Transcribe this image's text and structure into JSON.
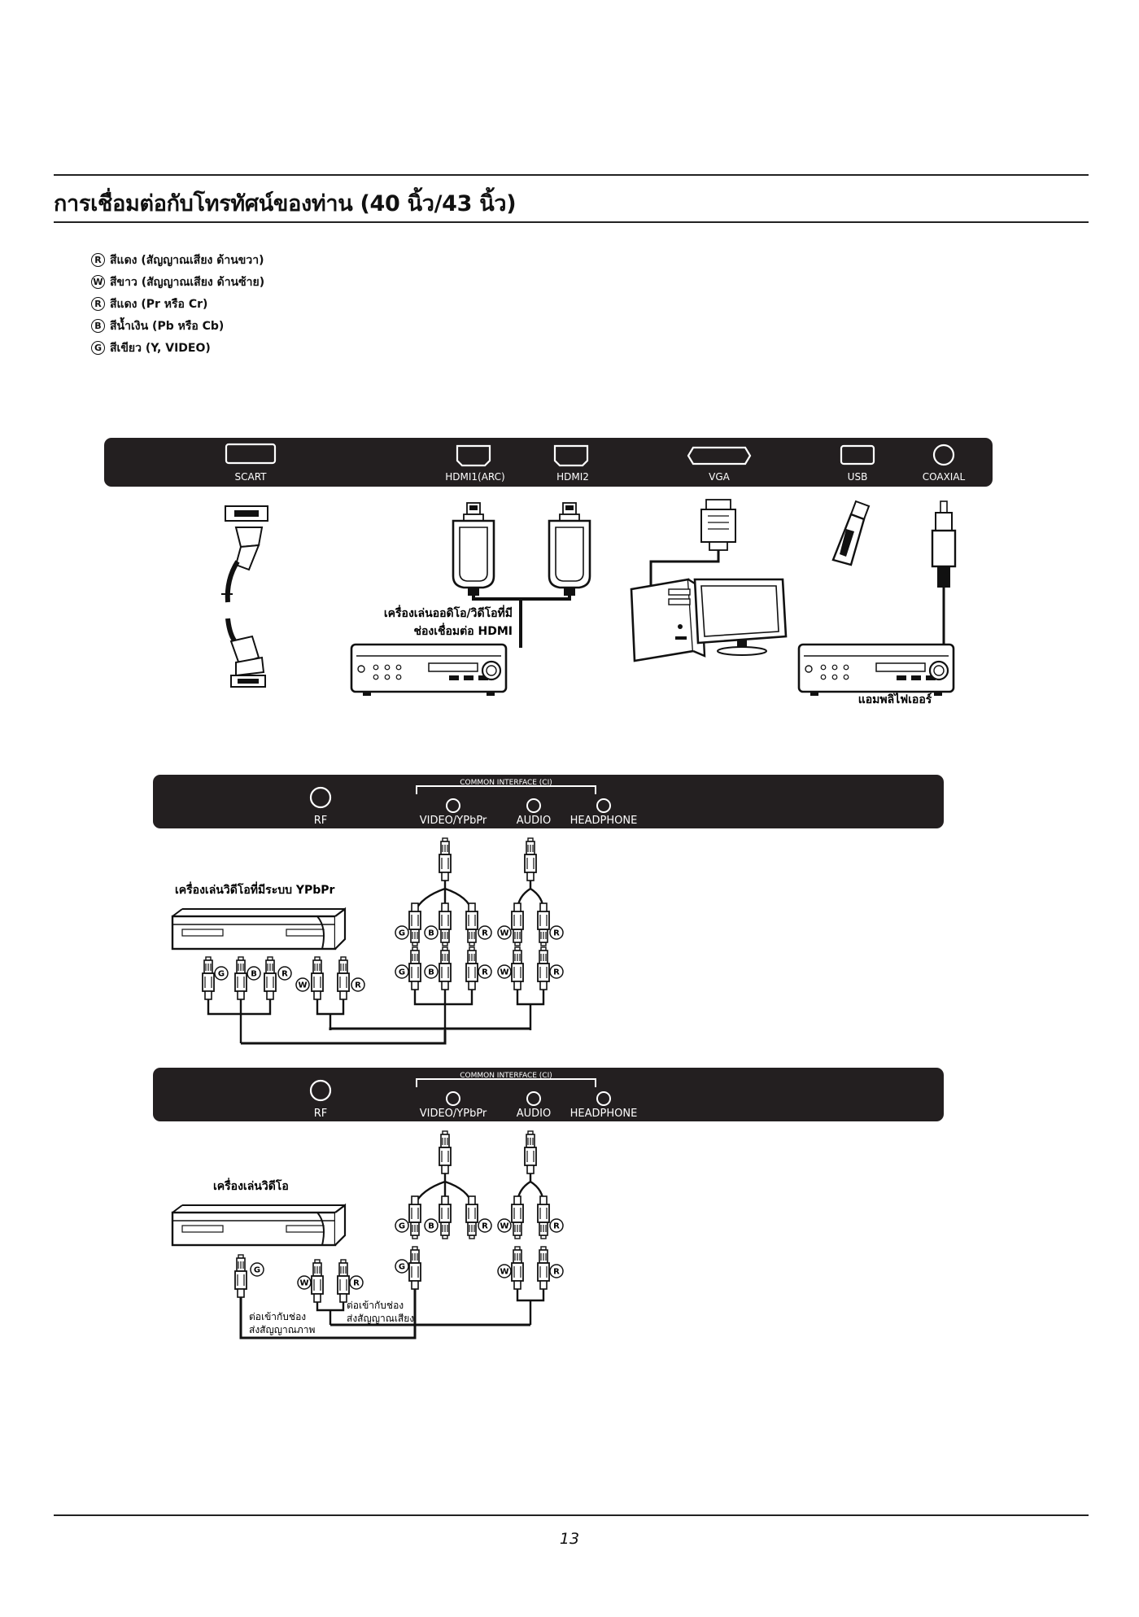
{
  "page": {
    "title": "การเชื่อมต่อกับโทรทัศน์ของท่าน (40 นิ้ว/43 นิ้ว)",
    "page_number": "13"
  },
  "legend": [
    {
      "badge": "R",
      "text": "สีแดง (สัญญาณเสียง ด้านขวา)"
    },
    {
      "badge": "W",
      "text": "สีขาว (สัญญาณเสียง ด้านซ้าย)"
    },
    {
      "badge": "R",
      "text": "สีแดง (Pr หรือ Cr)"
    },
    {
      "badge": "B",
      "text": "สีน้ำเงิน (Pb หรือ Cb)"
    },
    {
      "badge": "G",
      "text": "สีเขียว (Y, VIDEO)"
    }
  ],
  "top_panel": {
    "ports": [
      "SCART",
      "HDMI1(ARC)",
      "HDMI2",
      "VGA",
      "USB",
      "COAXIAL"
    ],
    "hdmi_device_line1": "เครื่องเล่นออดิโอ/วิดีโอที่มี",
    "hdmi_device_line2": "ช่องเชื่อมต่อ HDMI",
    "amplifier_label": "แอมพลิไฟเออร์"
  },
  "side_panel_1": {
    "rf": "RF",
    "ci": "COMMON INTERFACE (CI)",
    "video": "VIDEO/YPbPr",
    "audio": "AUDIO",
    "headphone": "HEADPHONE",
    "device_label": "เครื่องเล่นวิดีโอที่มีระบบ YPbPr"
  },
  "side_panel_2": {
    "rf": "RF",
    "ci": "COMMON INTERFACE (CI)",
    "video": "VIDEO/YPbPr",
    "audio": "AUDIO",
    "headphone": "HEADPHONE",
    "device_label": "เครื่องเล่นวิดีโอ",
    "video_note_line1": "ต่อเข้ากับช่อง",
    "video_note_line2": "ส่งสัญญาณภาพ",
    "audio_note_line1": "ต่อเข้ากับช่อง",
    "audio_note_line2": "ส่งสัญญาณเสียง"
  },
  "plug_badges": {
    "r": "R",
    "w": "W",
    "b": "B",
    "g": "G"
  },
  "colors": {
    "panel": "#231f20",
    "ink": "#111111",
    "page": "#ffffff"
  }
}
